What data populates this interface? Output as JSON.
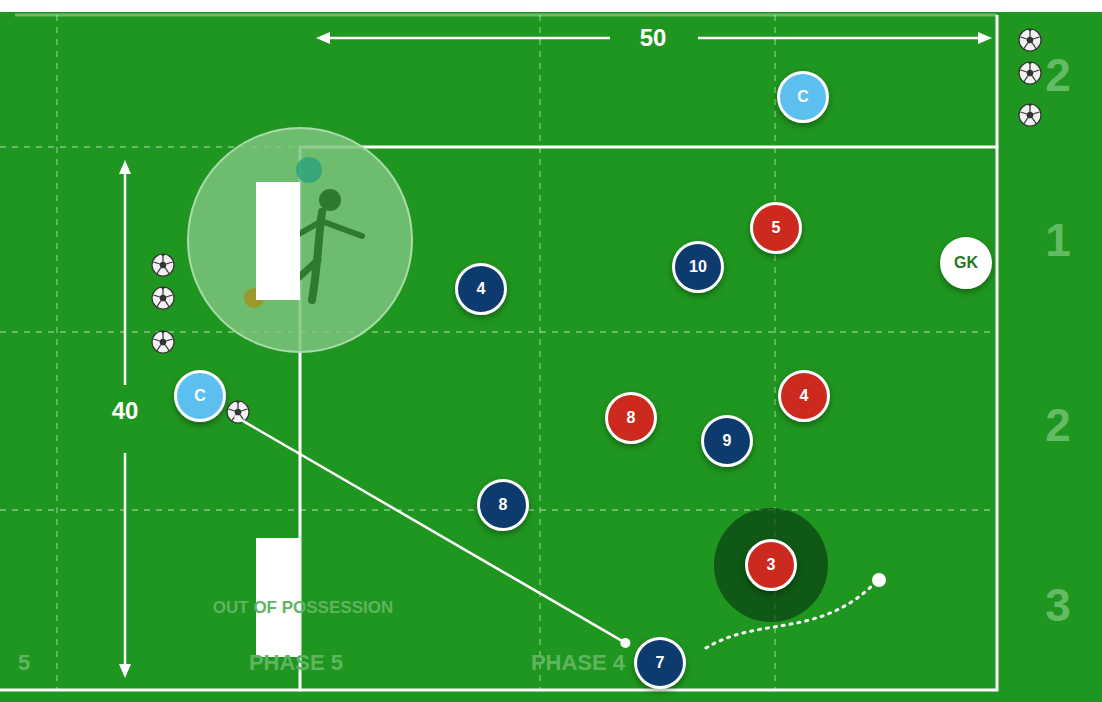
{
  "diagram": {
    "nodes": [
      {
        "text": [
          "C"
        ]
      },
      {
        "text": [
          "5"
        ]
      },
      {
        "text": [
          "GK"
        ]
      },
      {
        "text": [
          "10"
        ]
      },
      {
        "text": [
          "4"
        ]
      },
      {
        "text": [
          "C"
        ]
      },
      {
        "text": [
          "4"
        ]
      },
      {
        "text": [
          "8"
        ]
      },
      {
        "text": [
          "9"
        ]
      },
      {
        "text": [
          "8"
        ]
      },
      {
        "text": [
          "3"
        ]
      },
      {
        "text": [
          "7"
        ]
      }
    ],
    "edges": [
      {
        "from": 5,
        "to": 11,
        "arrow": "none"
      }
    ],
    "labels": [
      "50",
      "40",
      "2",
      "1",
      "2",
      "3",
      "OUT OF POSSESSION",
      "PHASE 5",
      "PHASE 4",
      "5"
    ]
  }
}
